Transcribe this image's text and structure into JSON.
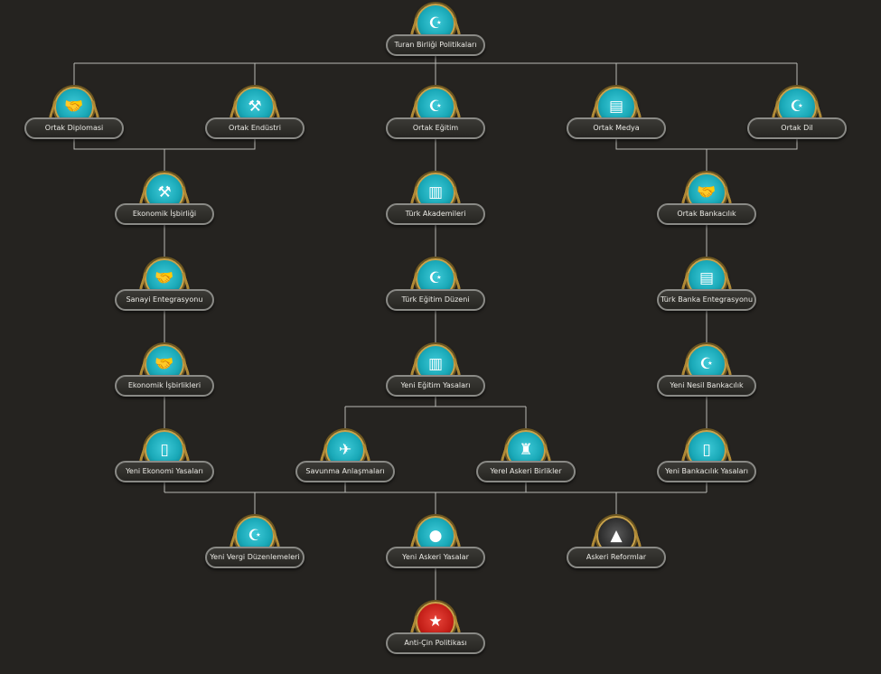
{
  "focus_tree": {
    "root": {
      "label": "Turan Birliği Politikaları",
      "icon": "crescent-star-emblem-icon"
    },
    "row1": [
      {
        "label": "Ortak Diplomasi",
        "icon": "handshake-icon"
      },
      {
        "label": "Ortak Endüstri",
        "icon": "crossed-tools-icon"
      },
      {
        "label": "Ortak Eğitim",
        "icon": "crescent-star-icon"
      },
      {
        "label": "Ortak Medya",
        "icon": "newspaper-icon"
      },
      {
        "label": "Ortak Dil",
        "icon": "crescent-star-icon"
      }
    ],
    "row2": [
      {
        "label": "Ekonomik İşbirliği",
        "icon": "crossed-tools-icon"
      },
      {
        "label": "Türk Akademileri",
        "icon": "books-icon"
      },
      {
        "label": "Ortak Bankacılık",
        "icon": "handshake-icon"
      }
    ],
    "row3": [
      {
        "label": "Sanayi Entegrasyonu",
        "icon": "handshake-icon"
      },
      {
        "label": "Türk Eğitim Düzeni",
        "icon": "crescent-star-icon"
      },
      {
        "label": "Türk Banka Entegrasyonu",
        "icon": "newspaper-icon"
      }
    ],
    "row4": [
      {
        "label": "Ekonomik İşbirlikleri",
        "icon": "handshake-icon"
      },
      {
        "label": "Yeni Eğitim Yasaları",
        "icon": "books-icon"
      },
      {
        "label": "Yeni Nesil Bankacılık",
        "icon": "crescent-star-icon"
      }
    ],
    "row5": [
      {
        "label": "Yeni Ekonomi Yasaları",
        "icon": "document-icon"
      },
      {
        "label": "Savunma Anlaşmaları",
        "icon": "fighter-jet-icon"
      },
      {
        "label": "Yerel Askeri Birlikler",
        "icon": "soldier-icon"
      },
      {
        "label": "Yeni Bankacılık Yasaları",
        "icon": "document-icon"
      }
    ],
    "row6": [
      {
        "label": "Yeni Vergi Düzenlemeleri",
        "icon": "crescent-star-icon"
      },
      {
        "label": "Yeni Askeri Yasalar",
        "icon": "artillery-icon"
      },
      {
        "label": "Askeri Reformlar",
        "icon": "military-cap-icon"
      }
    ],
    "row7": [
      {
        "label": "Anti-Çin Politikası",
        "icon": "red-flag-icon"
      }
    ]
  },
  "colors": {
    "background": "#252320",
    "connector": "#b9b9b5",
    "emblem_teal": "#1aa9b8",
    "emblem_gold": "#c9a24a",
    "label_bg": "#2f2e2b",
    "label_border": "#8a8a86",
    "label_text": "#ecebe6"
  }
}
